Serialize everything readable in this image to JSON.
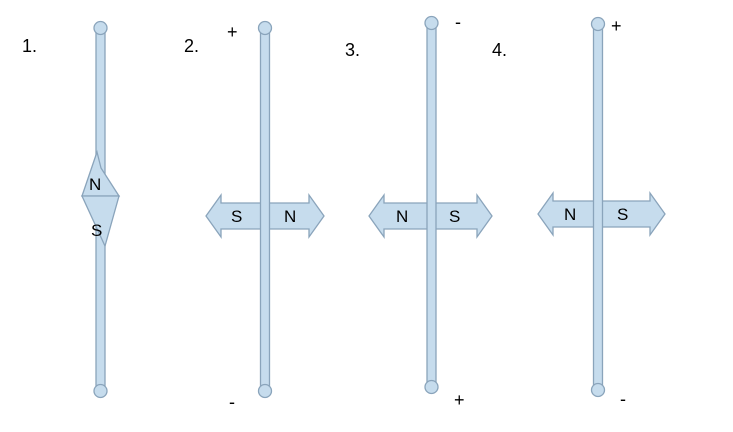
{
  "colors": {
    "fill": "#c6dced",
    "stroke": "#8aa4bb",
    "text": "#000000",
    "background": "#ffffff"
  },
  "diagram": {
    "panels": [
      {
        "number": "1.",
        "top_sign": "",
        "bottom_sign": "",
        "needle": {
          "orientation": "vertical",
          "first_pole": "N",
          "second_pole": "S"
        }
      },
      {
        "number": "2.",
        "top_sign": "+",
        "bottom_sign": "-",
        "needle": {
          "orientation": "horizontal",
          "first_pole": "S",
          "second_pole": "N"
        }
      },
      {
        "number": "3.",
        "top_sign": "-",
        "bottom_sign": "+",
        "needle": {
          "orientation": "horizontal",
          "first_pole": "N",
          "second_pole": "S"
        }
      },
      {
        "number": "4.",
        "top_sign": "+",
        "bottom_sign": "-",
        "needle": {
          "orientation": "horizontal",
          "first_pole": "N",
          "second_pole": "S"
        }
      }
    ]
  }
}
